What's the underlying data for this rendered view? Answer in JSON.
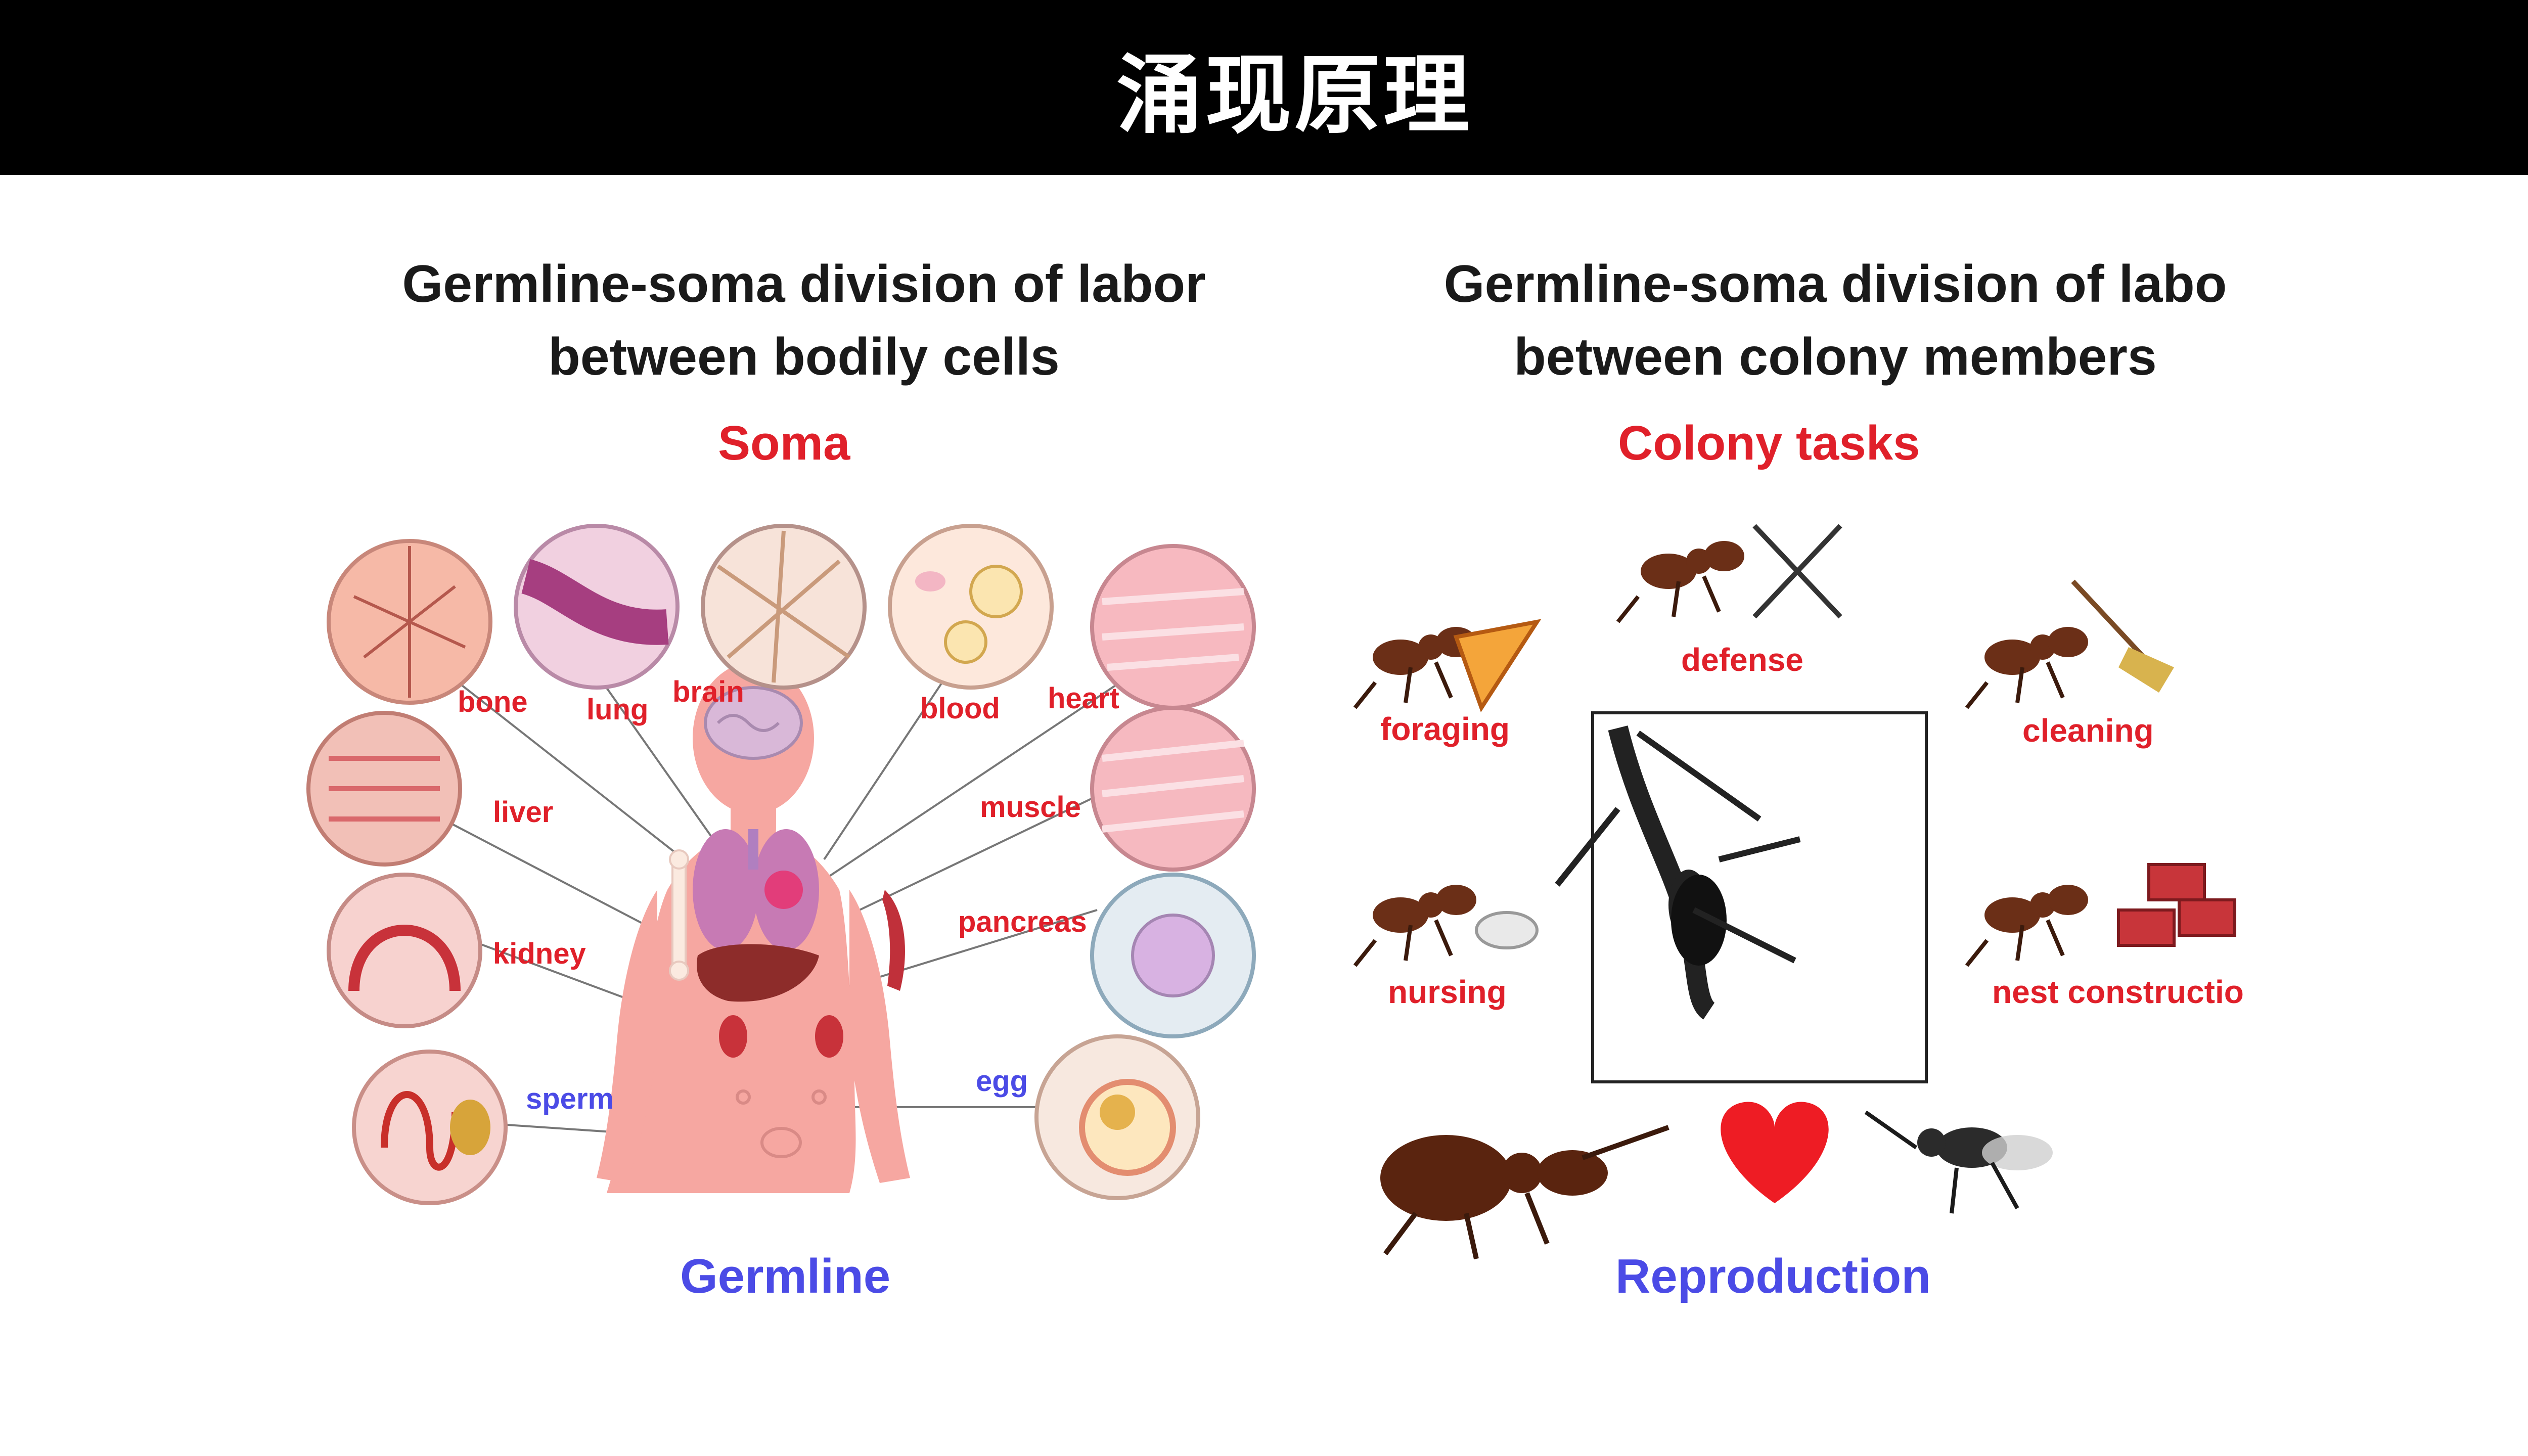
{
  "slide": {
    "title": "涌现原理"
  },
  "left": {
    "title_line1": "Germline-soma division of labor",
    "title_line2": "between bodily cells",
    "soma_heading": "Soma",
    "germline_heading": "Germline",
    "labels": {
      "bone": "bone",
      "lung": "lung",
      "brain": "brain",
      "blood": "blood",
      "heart": "heart",
      "liver": "liver",
      "muscle": "muscle",
      "kidney": "kidney",
      "pancreas": "pancreas",
      "sperm": "sperm",
      "egg": "egg"
    }
  },
  "right": {
    "title_line1": "Germline-soma division of labo",
    "title_line2": "between colony members",
    "tasks_heading": "Colony tasks",
    "reproduction_heading": "Reproduction",
    "tasks": {
      "foraging": "foraging",
      "defense": "defense",
      "cleaning": "cleaning",
      "nursing": "nursing",
      "nest_construction": "nest constructio"
    }
  },
  "colors": {
    "accent_red": "#e0202a",
    "accent_blue": "#4b4be6",
    "body_pink": "#f6a7a1",
    "heart_red": "#ee1c24"
  }
}
